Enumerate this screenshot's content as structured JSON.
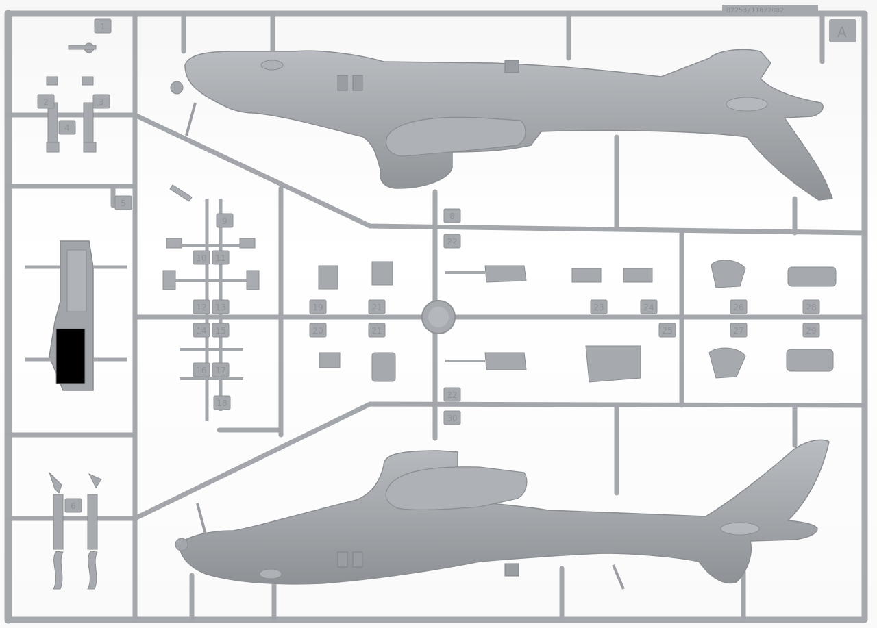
{
  "sprue": {
    "code": "87253/11872082",
    "letter": "A",
    "part_numbers": [
      "1",
      "2",
      "3",
      "4",
      "5",
      "6",
      "8",
      "9",
      "10",
      "11",
      "12",
      "13",
      "14",
      "15",
      "16",
      "17",
      "18",
      "19",
      "20",
      "21",
      "21",
      "22",
      "22",
      "23",
      "24",
      "25",
      "26",
      "27",
      "28",
      "29",
      "30"
    ]
  },
  "colors": {
    "plastic": "#a3a6aa",
    "plastic_light": "#b7babe",
    "plastic_dark": "#8c8f93",
    "background": "#ffffff"
  }
}
